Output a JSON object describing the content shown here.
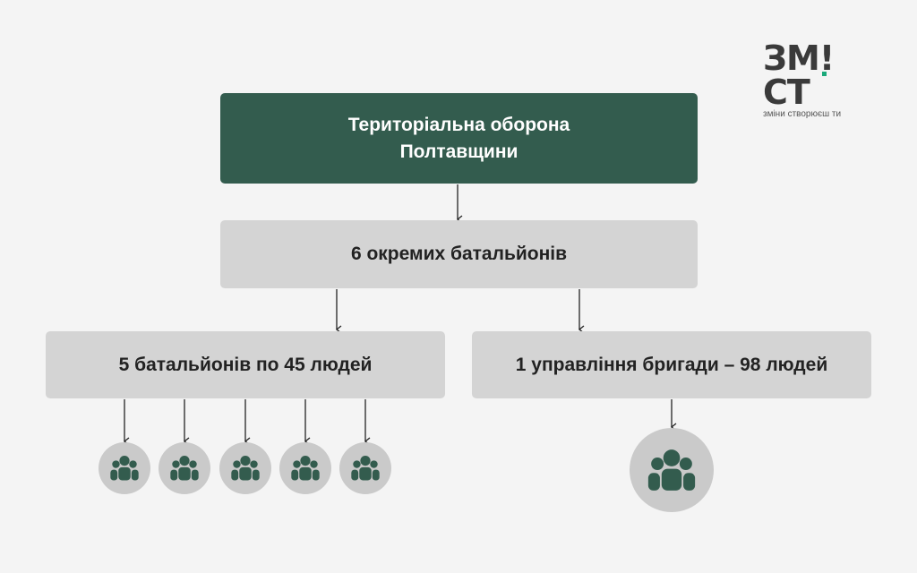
{
  "logo": {
    "name": "ЗМІСТ",
    "tagline": "зміни створюєш ти",
    "accent": "#1aa97a"
  },
  "nodes": {
    "root": {
      "line1": "Територіальна оборона",
      "line2": "Полтавщини"
    },
    "level1": "6 окремих батальйонів",
    "left": "5 батальйонів по 45 людей",
    "right": "1 управління бригади – 98 людей"
  },
  "icons": {
    "people": "people-group-icon",
    "count_left": 5,
    "count_right": 1
  },
  "colors": {
    "primary": "#335c4e",
    "box": "#d4d4d4",
    "circle": "#cacaca"
  }
}
